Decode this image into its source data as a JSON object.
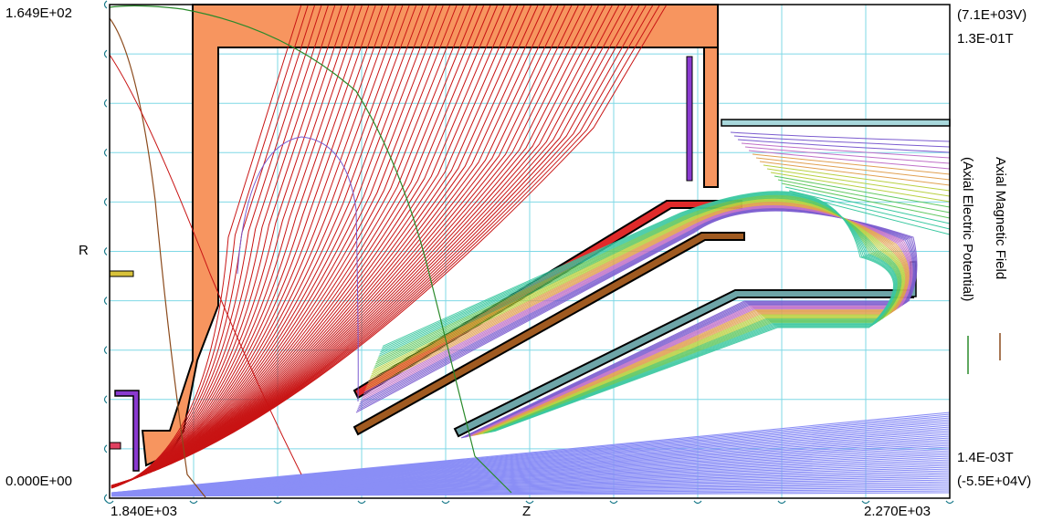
{
  "chart_data": {
    "type": "line",
    "title": "",
    "xlabel": "Z",
    "ylabel": "R",
    "xlim": [
      1840,
      2270
    ],
    "ylim": [
      0,
      164.9
    ],
    "x_tick_labels": {
      "min": "1.840E+03",
      "max": "2.270E+03"
    },
    "y_tick_labels": {
      "min": "0.000E+00",
      "max": "1.649E+02"
    },
    "right_axis": {
      "top_labels": [
        "(7.1E+03V)",
        "1.3E-01T"
      ],
      "bottom_labels": [
        "1.4E-03T",
        "(-5.5E+04V)"
      ]
    },
    "series": [
      {
        "name": "Axial Magnetic Field",
        "color": "#8b4a1c"
      },
      {
        "name": "(Axial Electric Potential)",
        "color": "#2a8a2a"
      }
    ],
    "grid": true,
    "legend_position": "right-vertical"
  },
  "colors": {
    "grid": "#7fd8e6",
    "electrode": "#f7955f",
    "trajectories_red": "#c81414",
    "trajectories_blue": "#8a8ef6",
    "equipotential_palette": [
      "#7b5ccf",
      "#c070c8",
      "#e0a050",
      "#b8d040",
      "#60c860",
      "#3ac8a0"
    ],
    "dark_electrode": "#6ea5a8",
    "red_electrode": "#e02a2a",
    "brown_electrode": "#a05a20",
    "purple_part": "#8a3ad0"
  }
}
